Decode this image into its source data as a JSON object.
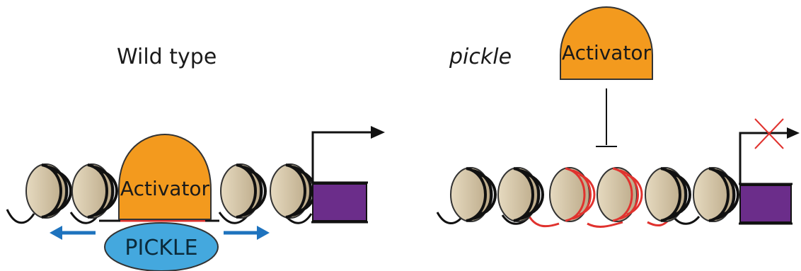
{
  "panels": {
    "wild_type": {
      "title": "Wild type",
      "activator_label": "Activator",
      "pickle_label": "PICKLE"
    },
    "mutant": {
      "title": "pickle",
      "activator_label": "Activator"
    }
  },
  "colors": {
    "activator_fill": "#F39A1E",
    "pickle_fill": "#44A8DE",
    "arrow_blue": "#1E73BE",
    "nucleosome_fill": "#D2C3A3",
    "gene_box": "#6B2D8A",
    "red_dna": "#E0322E",
    "dna": "#111111"
  },
  "icons": {
    "transcription_arrow": "arrow-right-icon",
    "repressed_mark": "x-icon",
    "inhibition": "t-bar-icon"
  }
}
